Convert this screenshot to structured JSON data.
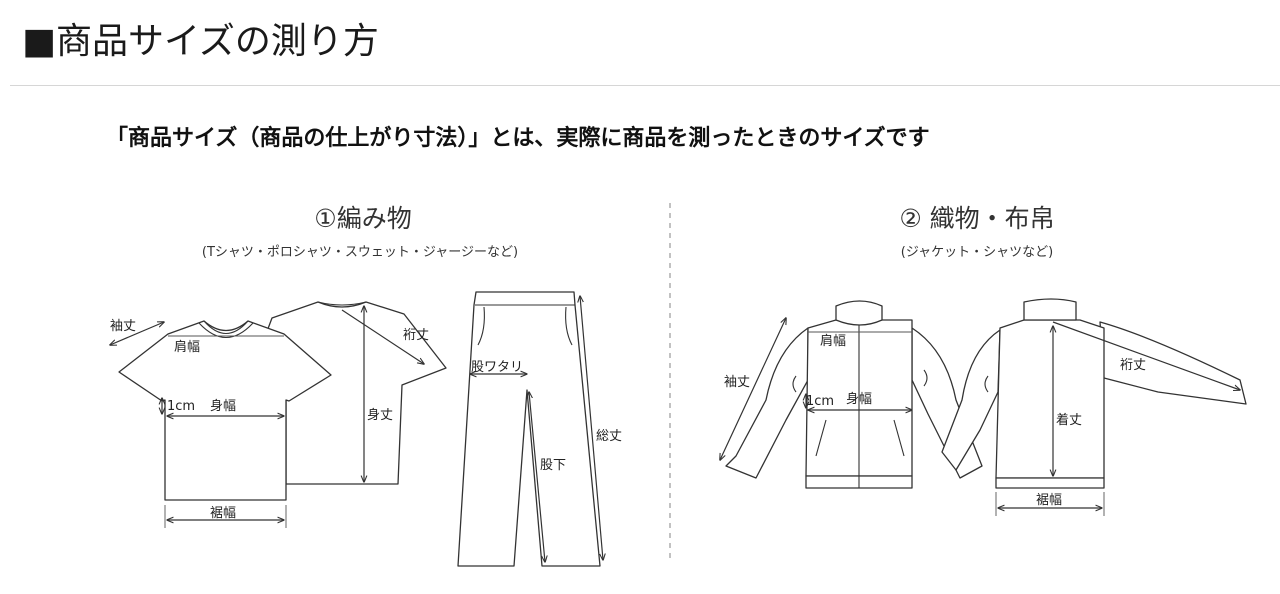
{
  "page": {
    "title": "■商品サイズの測り方",
    "intro": "「商品サイズ（商品の仕上がり寸法）」とは、実際に商品を測ったときのサイズです"
  },
  "sections": [
    {
      "title": "①編み物",
      "subtitle": "(Tシャツ・ポロシャツ・スウェット・ジャージーなど)",
      "labels": {
        "sleeve": "袖丈",
        "shoulder": "肩幅",
        "yuki": "裄丈",
        "one_cm": "1cm",
        "chest": "身幅",
        "length": "身丈",
        "hem": "裾幅",
        "rise": "股ワタリ",
        "inseam": "股下",
        "total_length": "総丈"
      }
    },
    {
      "title": "② 織物・布帛",
      "subtitle": "(ジャケット・シャツなど)",
      "labels": {
        "shoulder": "肩幅",
        "sleeve": "袖丈",
        "one_cm": "1cm",
        "chest": "身幅",
        "yuki": "裄丈",
        "length": "着丈",
        "hem": "裾幅"
      }
    }
  ]
}
